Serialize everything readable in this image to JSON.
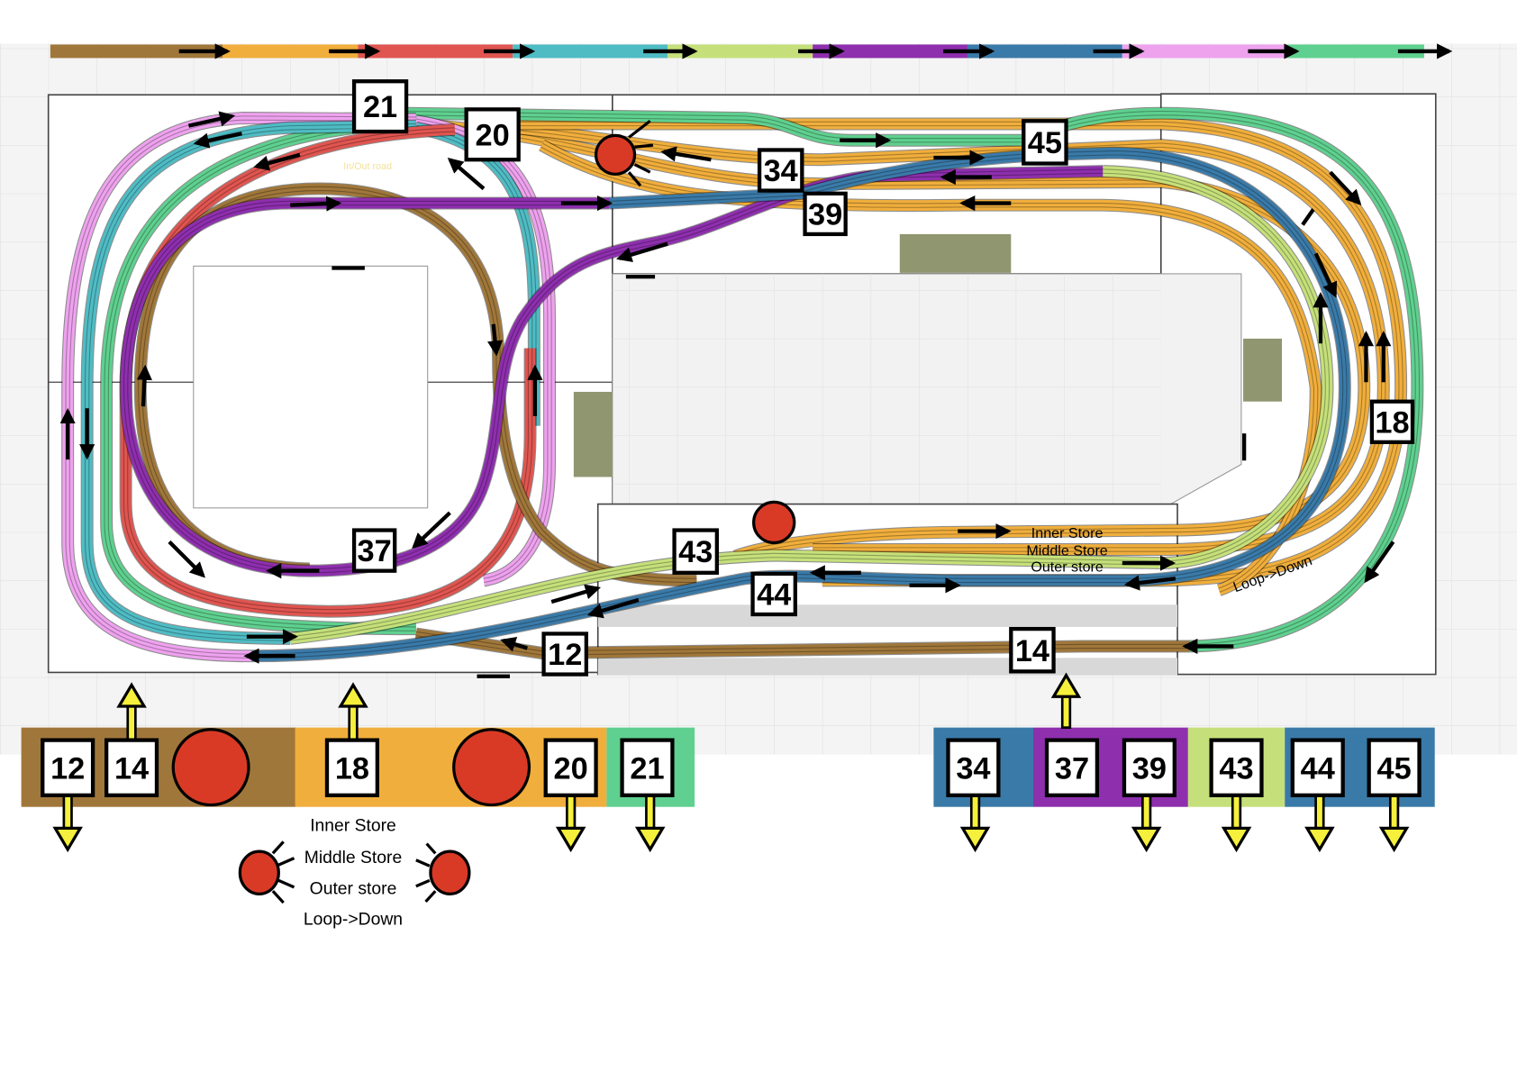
{
  "colors": {
    "brown": "#a0773a",
    "orange": "#f0ae3c",
    "red": "#e05550",
    "teal": "#4fbcc4",
    "lime": "#c5e07a",
    "purple": "#8e2fae",
    "blue": "#3a7aa8",
    "pink": "#eea2ee",
    "green": "#5fd08f",
    "signal": "#d93a26",
    "scenery": "#8f9670",
    "platform": "#d8d8d8",
    "pointer": "#f5f03c"
  },
  "legend_bar": [
    "brown",
    "orange",
    "red",
    "teal",
    "lime",
    "purple",
    "blue",
    "pink",
    "green"
  ],
  "layout": {
    "road_label": "In/Out road",
    "store_labels": {
      "inner": "Inner Store",
      "middle": "Middle Store",
      "outer": "Outer store",
      "loop": "Loop->Down"
    },
    "blocks": [
      "21",
      "20",
      "34",
      "39",
      "45",
      "18",
      "37",
      "43",
      "44",
      "12",
      "14"
    ]
  },
  "panel_left": {
    "blocks": [
      "12",
      "14",
      "18",
      "20",
      "21"
    ],
    "signal_labels": [
      "Inner Store",
      "Middle Store",
      "Outer store",
      "Loop->Down"
    ]
  },
  "panel_right": {
    "blocks": [
      "34",
      "37",
      "39",
      "43",
      "44",
      "45"
    ]
  }
}
